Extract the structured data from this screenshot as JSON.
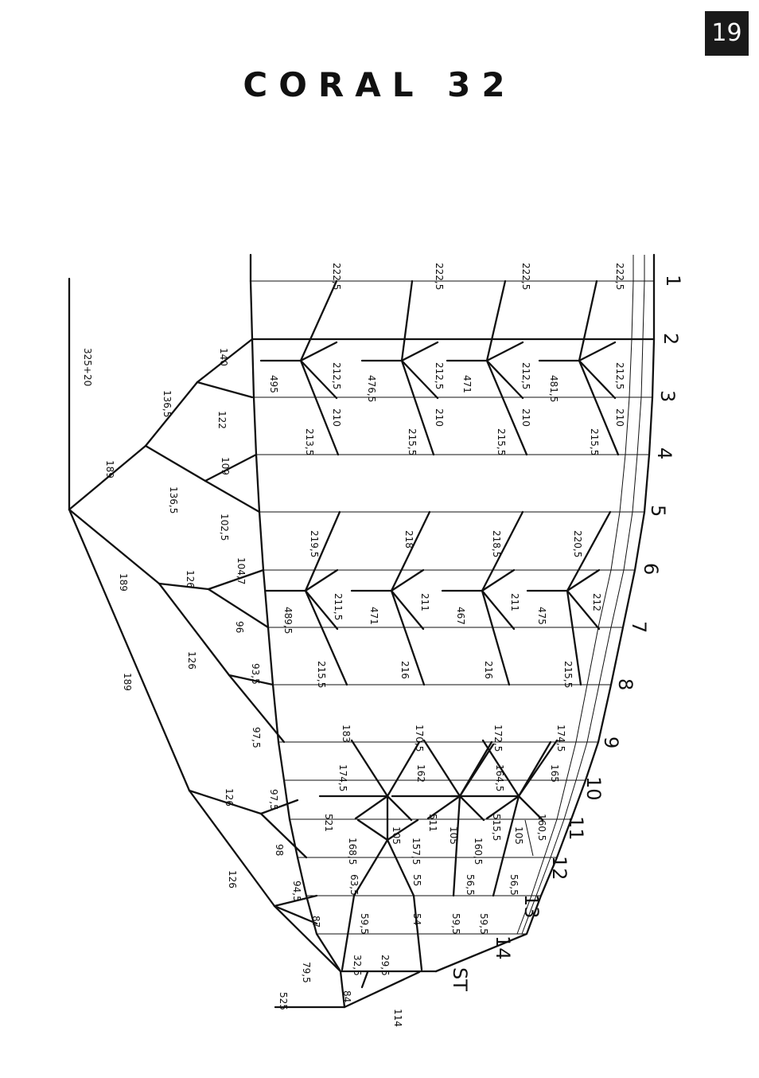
{
  "page_number": "19",
  "title": "CORAL 32",
  "stations": [
    "1",
    "2",
    "3",
    "4",
    "5",
    "6",
    "7",
    "8",
    "9",
    "10",
    "11",
    "12",
    "13",
    "14",
    "ST"
  ],
  "measurements": [
    "222,5",
    "222,5",
    "222,5",
    "222,5",
    "212,5",
    "212,5",
    "212,5",
    "212,5",
    "495",
    "476,5",
    "471",
    "481,5",
    "210",
    "210",
    "210",
    "210",
    "213,5",
    "215,5",
    "215,5",
    "215,5",
    "219,5",
    "218",
    "218,5",
    "220,5",
    "211,5",
    "211",
    "211",
    "212",
    "489,5",
    "471",
    "467",
    "475",
    "215,5",
    "216",
    "216",
    "215,5",
    "183",
    "170,5",
    "172,5",
    "174,5",
    "174,5",
    "162",
    "164,5",
    "165",
    "521",
    "511",
    "515,5",
    "160,5",
    "105",
    "105",
    "105",
    "168,5",
    "157,5",
    "160,5",
    "63,5",
    "55",
    "56,5",
    "56,5",
    "59,5",
    "54",
    "59,5",
    "59,5",
    "32,5",
    "29,5",
    "325+20",
    "140",
    "136,5",
    "122",
    "189",
    "109",
    "136,5",
    "102,5",
    "104,7",
    "126",
    "189",
    "96",
    "126",
    "93,5",
    "189",
    "97,5",
    "126",
    "97,5",
    "98",
    "126",
    "94,5",
    "87",
    "79,5",
    "525",
    "84",
    "114"
  ]
}
